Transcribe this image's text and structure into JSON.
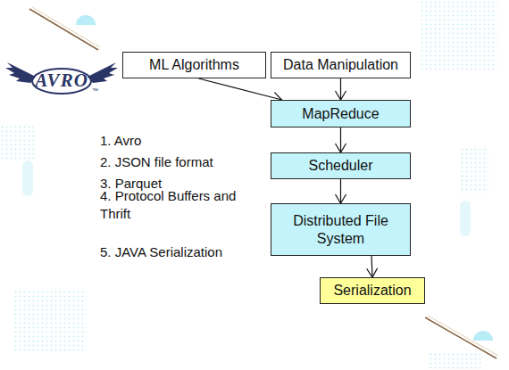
{
  "diagram": {
    "nodes": [
      {
        "text": [
          "ML Algorithms"
        ]
      },
      {
        "text": [
          "Data Manipulation"
        ]
      },
      {
        "text": [
          "MapReduce"
        ]
      },
      {
        "text": [
          "Scheduler"
        ]
      },
      {
        "text": [
          "Distributed File System"
        ]
      },
      {
        "text": [
          "Serialization"
        ]
      }
    ],
    "edges": [
      {
        "from": 0,
        "to": 2,
        "arrow": "to"
      },
      {
        "from": 1,
        "to": 2,
        "arrow": "to"
      },
      {
        "from": 2,
        "to": 3,
        "arrow": "to"
      },
      {
        "from": 3,
        "to": 4,
        "arrow": "to"
      },
      {
        "from": 4,
        "to": 5,
        "arrow": "to"
      }
    ],
    "labels": [
      "AVRO",
      "™",
      "1. Avro",
      "2. JSON file format",
      "3. Parquet",
      "4. Protocol Buffers and Thrift",
      "5. JAVA Serialization"
    ]
  }
}
